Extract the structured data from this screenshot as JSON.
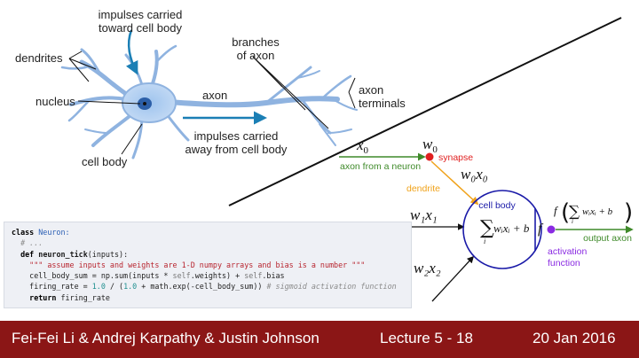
{
  "neuron_labels": {
    "impulses_toward_1": "impulses carried",
    "impulses_toward_2": "toward cell body",
    "dendrites": "dendrites",
    "nucleus": "nucleus",
    "cell_body": "cell body",
    "axon": "axon",
    "branches_1": "branches",
    "branches_2": "of axon",
    "axon_terminals_1": "axon",
    "axon_terminals_2": "terminals",
    "impulses_away_1": "impulses carried",
    "impulses_away_2": "away from cell body"
  },
  "model": {
    "x0": "x",
    "x0_sub": "0",
    "w0": "w",
    "w0_sub": "0",
    "synapse": "synapse",
    "axon_from_neuron": "axon from a neuron",
    "w0x0": "w₀x₀",
    "dendrite": "dendrite",
    "cell_body": "cell body",
    "w1x1": "w₁x₁",
    "w2x2": "w₂x₂",
    "sum_expr": "wᵢxᵢ + b",
    "sum_index": "i",
    "f_label": "f",
    "activation_expr": "f",
    "activation_inner": "wᵢxᵢ + b",
    "output_axon": "output axon",
    "activation_1": "activation",
    "activation_2": "function"
  },
  "code": {
    "line1_kw": "class",
    "line1_name": "Neuron:",
    "line2": "# ...",
    "line3_kw": "def",
    "line3_name": "neuron_tick",
    "line3_rest": "(inputs):",
    "line4": "\"\"\" assume inputs and weights are 1-D numpy arrays and bias is a number \"\"\"",
    "line5_a": "cell_body_sum = np.sum(inputs * ",
    "line5_self1": "self",
    "line5_b": ".weights) + ",
    "line5_self2": "self",
    "line5_c": ".bias",
    "line6_a": "firing_rate = ",
    "line6_n1": "1.0",
    "line6_b": " / (",
    "line6_n2": "1.0",
    "line6_c": " + math.exp(-cell_body_sum)) ",
    "line6_comment": "# sigmoid activation function",
    "line7_kw": "return",
    "line7_rest": "firing_rate"
  },
  "footer": {
    "authors": "Fei-Fei Li & Andrej Karpathy & Justin Johnson",
    "lecture": "Lecture 5 - 18",
    "date": "20 Jan 2016"
  },
  "colors": {
    "footer_bg": "#8b1616",
    "arrow_blue": "#1b7fb5",
    "axon_green": "#3f8a2a",
    "dendrite_orange": "#f0a21a",
    "synapse_red": "#e02020",
    "cell_blue": "#1a1aa8",
    "activation_purple": "#8a2be2"
  }
}
